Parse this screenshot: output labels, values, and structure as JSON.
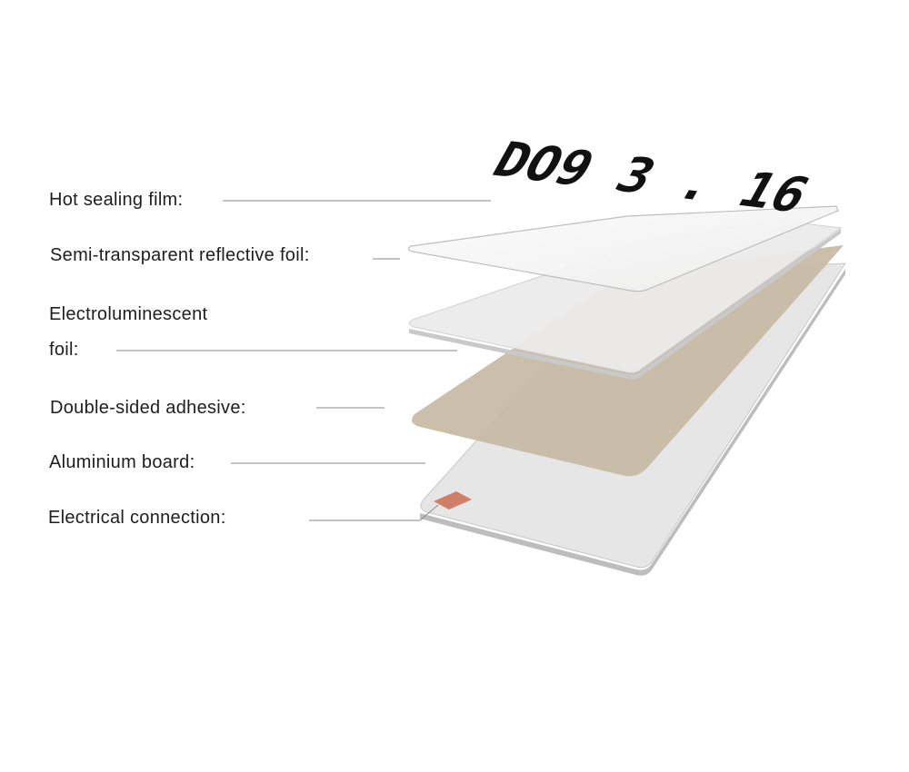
{
  "diagram": {
    "labels": {
      "hot_sealing_film": "Hot sealing film:",
      "reflective_foil": "Semi-transparent reflective foil:",
      "electroluminescent_line1": "Electroluminescent",
      "electroluminescent_line2": "foil:",
      "adhesive": "Double-sided adhesive:",
      "aluminium_board": "Aluminium board:",
      "electrical_connection": "Electrical connection:"
    },
    "plate_text": "DO9 3 . 16",
    "colors": {
      "adhesive": "#c7b9a3",
      "board": "#e6e6e6",
      "foil": "#ececec",
      "film": "#f4f4f4",
      "connector": "#cf7f68",
      "leader_line": "#8a8a8a",
      "edge": "#bdbdbd"
    }
  }
}
